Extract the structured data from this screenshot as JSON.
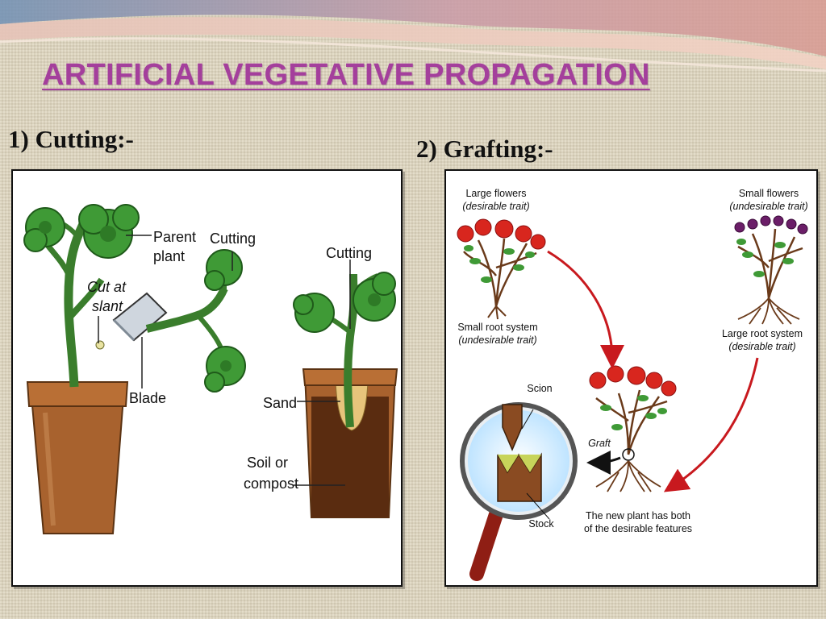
{
  "slide": {
    "title": "ARTIFICIAL VEGETATIVE PROPAGATION"
  },
  "cutting": {
    "heading": "1) Cutting:-",
    "labels": {
      "parent_line1": "Parent",
      "parent_line2": "plant",
      "cutting_top": "Cutting",
      "cut_line1": "Cut at",
      "cut_line2": "slant",
      "blade": "Blade",
      "cutting_pot": "Cutting",
      "sand": "Sand",
      "soil_line1": "Soil or",
      "soil_line2": "compost"
    }
  },
  "grafting": {
    "heading": "2) Grafting:-",
    "labels": {
      "large_flowers": "Large flowers",
      "large_flowers_trait": "(desirable trait)",
      "small_flowers": "Small flowers",
      "small_flowers_trait": "(undesirable trait)",
      "small_root": "Small root system",
      "small_root_trait": "(undesirable trait)",
      "large_root": "Large root system",
      "large_root_trait": "(desirable trait)",
      "scion": "Scion",
      "graft": "Graft",
      "stock": "Stock",
      "result_line1": "The new plant has both",
      "result_line2": "of the desirable features"
    }
  },
  "colors": {
    "title": "#a43f9c",
    "leaf": "#3f9a36",
    "pot": "#a8622e",
    "red_flower": "#d8261e",
    "purple_flower": "#6b1e68",
    "arrow": "#c8191e"
  }
}
